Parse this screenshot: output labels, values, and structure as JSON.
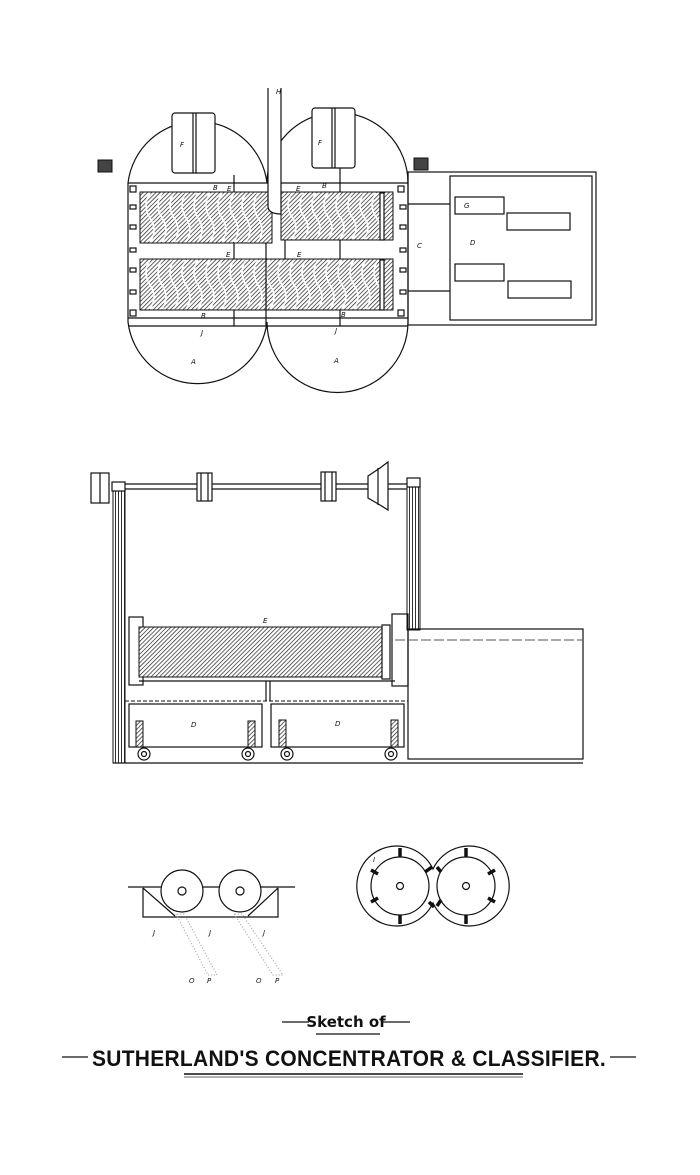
{
  "title": {
    "subtitle": "Sketch of",
    "main": "SUTHERLAND'S CONCENTRATOR & CLASSIFIER."
  },
  "plan_view": {
    "labels": {
      "H": "H",
      "F1": "F",
      "F2": "F",
      "B1": "B",
      "B2": "B",
      "B3": "B",
      "B4": "B",
      "E1": "E",
      "E2": "E",
      "E3": "E",
      "E4": "E",
      "G": "G",
      "C": "C",
      "D": "D",
      "J1": "J",
      "J2": "J",
      "A1": "A",
      "A2": "A"
    }
  },
  "elevation_view": {
    "labels": {
      "E": "E",
      "D1": "D",
      "D2": "D"
    }
  },
  "section_views": {
    "labels": {
      "J1": "J",
      "J2": "J",
      "J3": "J",
      "O1": "O",
      "P1": "P",
      "O2": "O",
      "P2": "P",
      "I": "I"
    }
  },
  "colors": {
    "ink": "#111111",
    "paper": "#ffffff"
  }
}
